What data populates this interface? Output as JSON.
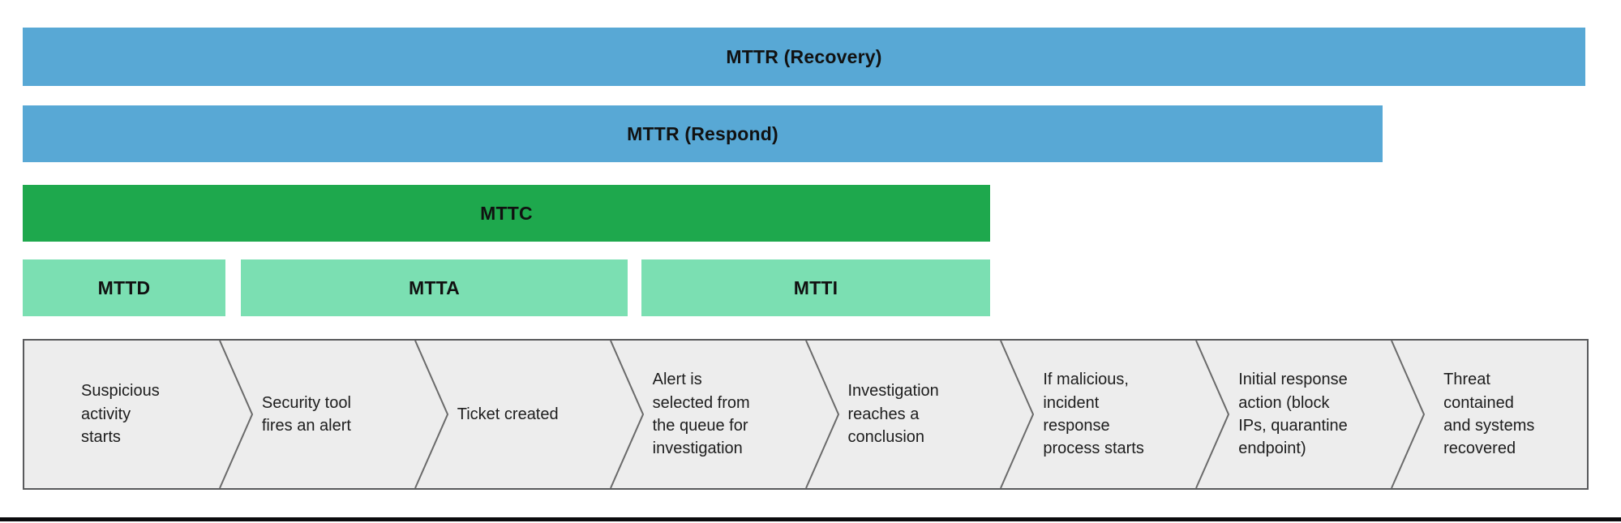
{
  "colors": {
    "blue_bar": "#58a8d5",
    "green_bar": "#1ea84d",
    "light_green_bar": "#7bdfb2",
    "flow_background": "#ededed",
    "flow_border": "#595a5c",
    "chevron_divider": "#6a6a6a",
    "bar_label_text": "#111111",
    "step_text": "#1d1d1d",
    "bottom_bar": "#0b0b0d"
  },
  "bars": [
    {
      "id": "mttr-recovery",
      "label": "MTTR (Recovery)",
      "color": "#58a8d5"
    },
    {
      "id": "mttr-respond",
      "label": "MTTR (Respond)",
      "color": "#58a8d5"
    },
    {
      "id": "mttc",
      "label": "MTTC",
      "color": "#1ea84d"
    },
    {
      "id": "mttd",
      "label": "MTTD",
      "color": "#7bdfb2"
    },
    {
      "id": "mtta",
      "label": "MTTA",
      "color": "#7bdfb2"
    },
    {
      "id": "mtti",
      "label": "MTTI",
      "color": "#7bdfb2"
    }
  ],
  "flow": {
    "steps": [
      {
        "label": "Suspicious\nactivity\nstarts"
      },
      {
        "label": "Security tool\nfires an alert"
      },
      {
        "label": "Ticket created"
      },
      {
        "label": "Alert is\nselected from\nthe queue for\ninvestigation"
      },
      {
        "label": "Investigation\nreaches a\nconclusion"
      },
      {
        "label": "If malicious,\nincident\nresponse\nprocess starts"
      },
      {
        "label": "Initial response\naction (block\nIPs, quarantine\nendpoint)"
      },
      {
        "label": "Threat\ncontained\nand systems\nrecovered"
      }
    ]
  }
}
